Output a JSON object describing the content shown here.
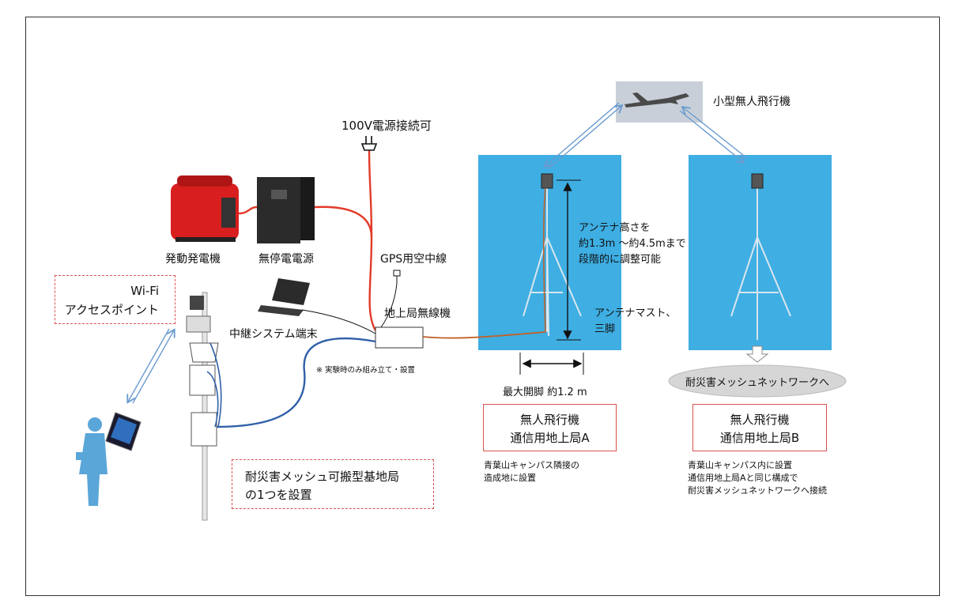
{
  "labels": {
    "uav": "小型無人飛行機",
    "power100v": "100V電源接続可",
    "generator": "発動発電機",
    "ups": "無停電電源",
    "gps_antenna": "GPS用空中線",
    "ground_radio": "地上局無線機",
    "relay_terminal": "中継システム端末",
    "assembly_note": "※ 実験時のみ組み立て・設置",
    "antenna_height_1": "アンテナ高さを",
    "antenna_height_2": "約1.3m ～約4.5mまで",
    "antenna_height_3": "段階的に調整可能",
    "mast_1": "アンテナマスト、",
    "mast_2": "三脚",
    "max_span": "最大開脚 約1.2 m",
    "network_cloud": "耐災害メッシュネットワークへ"
  },
  "boxes": {
    "wifi_1": "Wi-Fi",
    "wifi_2": "アクセスポイント",
    "mesh_base_1": "耐災害メッシュ可搬型基地局",
    "mesh_base_2": "の1つを設置",
    "station_a_1": "無人飛行機",
    "station_a_2": "通信用地上局A",
    "station_b_1": "無人飛行機",
    "station_b_2": "通信用地上局B"
  },
  "notes": {
    "station_a_1": "青葉山キャンパス隣接の",
    "station_a_2": "造成地に設置",
    "station_b_1": "青葉山キャンパス内に設置",
    "station_b_2": "通信用地上局Aと同じ構成で",
    "station_b_3": "耐災害メッシュネットワークへ接続"
  },
  "colors": {
    "sky_panel": "#3eaee3",
    "power_cable": "#e23b2a",
    "lan_cable": "#2f5fa8",
    "rf_cable": "#c0622a",
    "wireless_arrow": "#6b9bd0",
    "generator_body": "#d81e1e",
    "box_border": "#d9534f"
  }
}
